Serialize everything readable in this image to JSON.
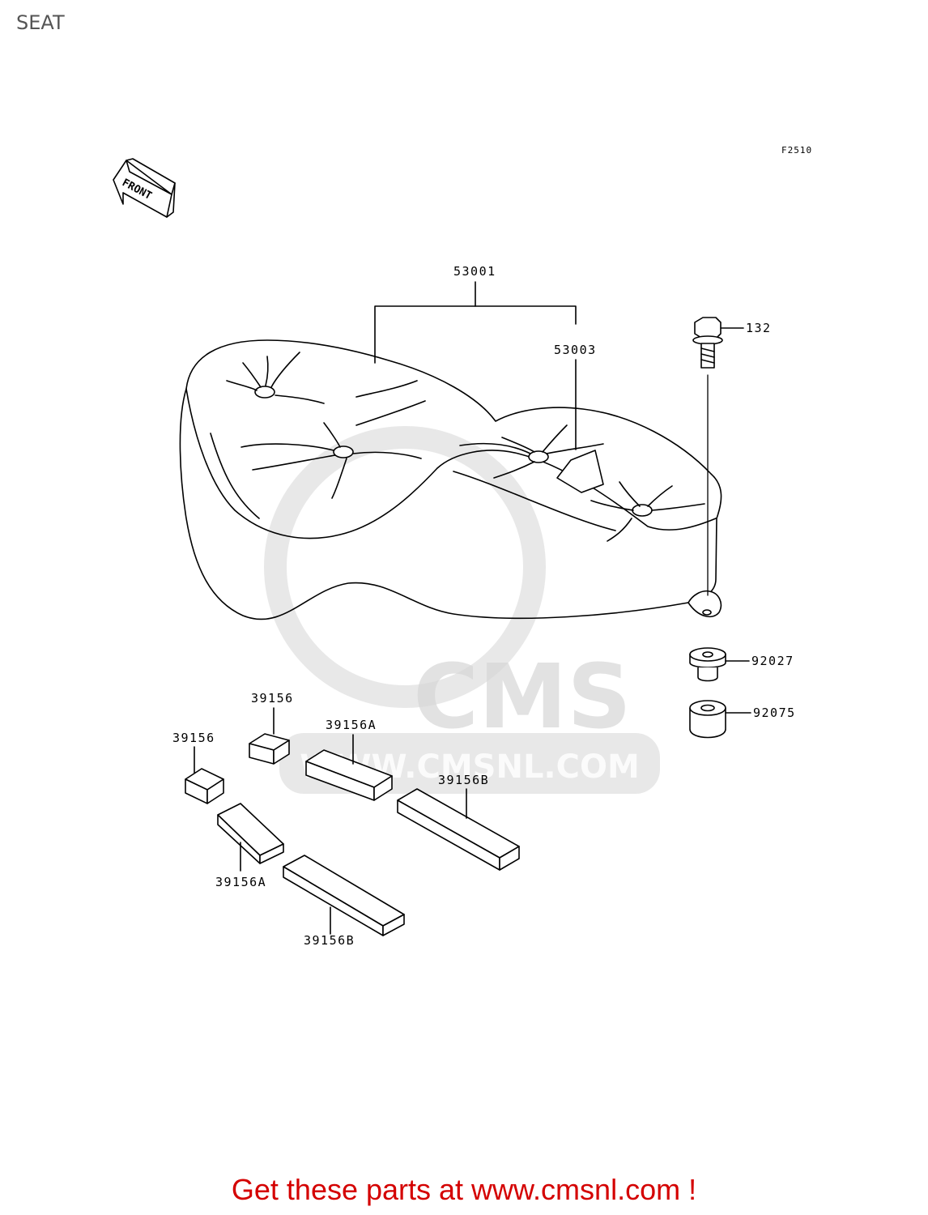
{
  "page": {
    "title": "SEAT"
  },
  "diagram": {
    "figure_code": "F2510",
    "front_label": "FRONT",
    "parts": {
      "seat_assy": "53001",
      "label_part": "53003",
      "bolt": "132",
      "collar": "92027",
      "bush": "92075",
      "pad_small_1": "39156",
      "pad_small_2": "39156",
      "pad_a_1": "39156A",
      "pad_a_2": "39156A",
      "pad_b_1": "39156B",
      "pad_b_2": "39156B"
    },
    "watermark": {
      "brand": "CMS",
      "url": "WWW.CMSNL.COM"
    }
  },
  "footer": {
    "cta": "Get these parts at www.cmsnl.com !",
    "cta_color": "#d40000"
  }
}
